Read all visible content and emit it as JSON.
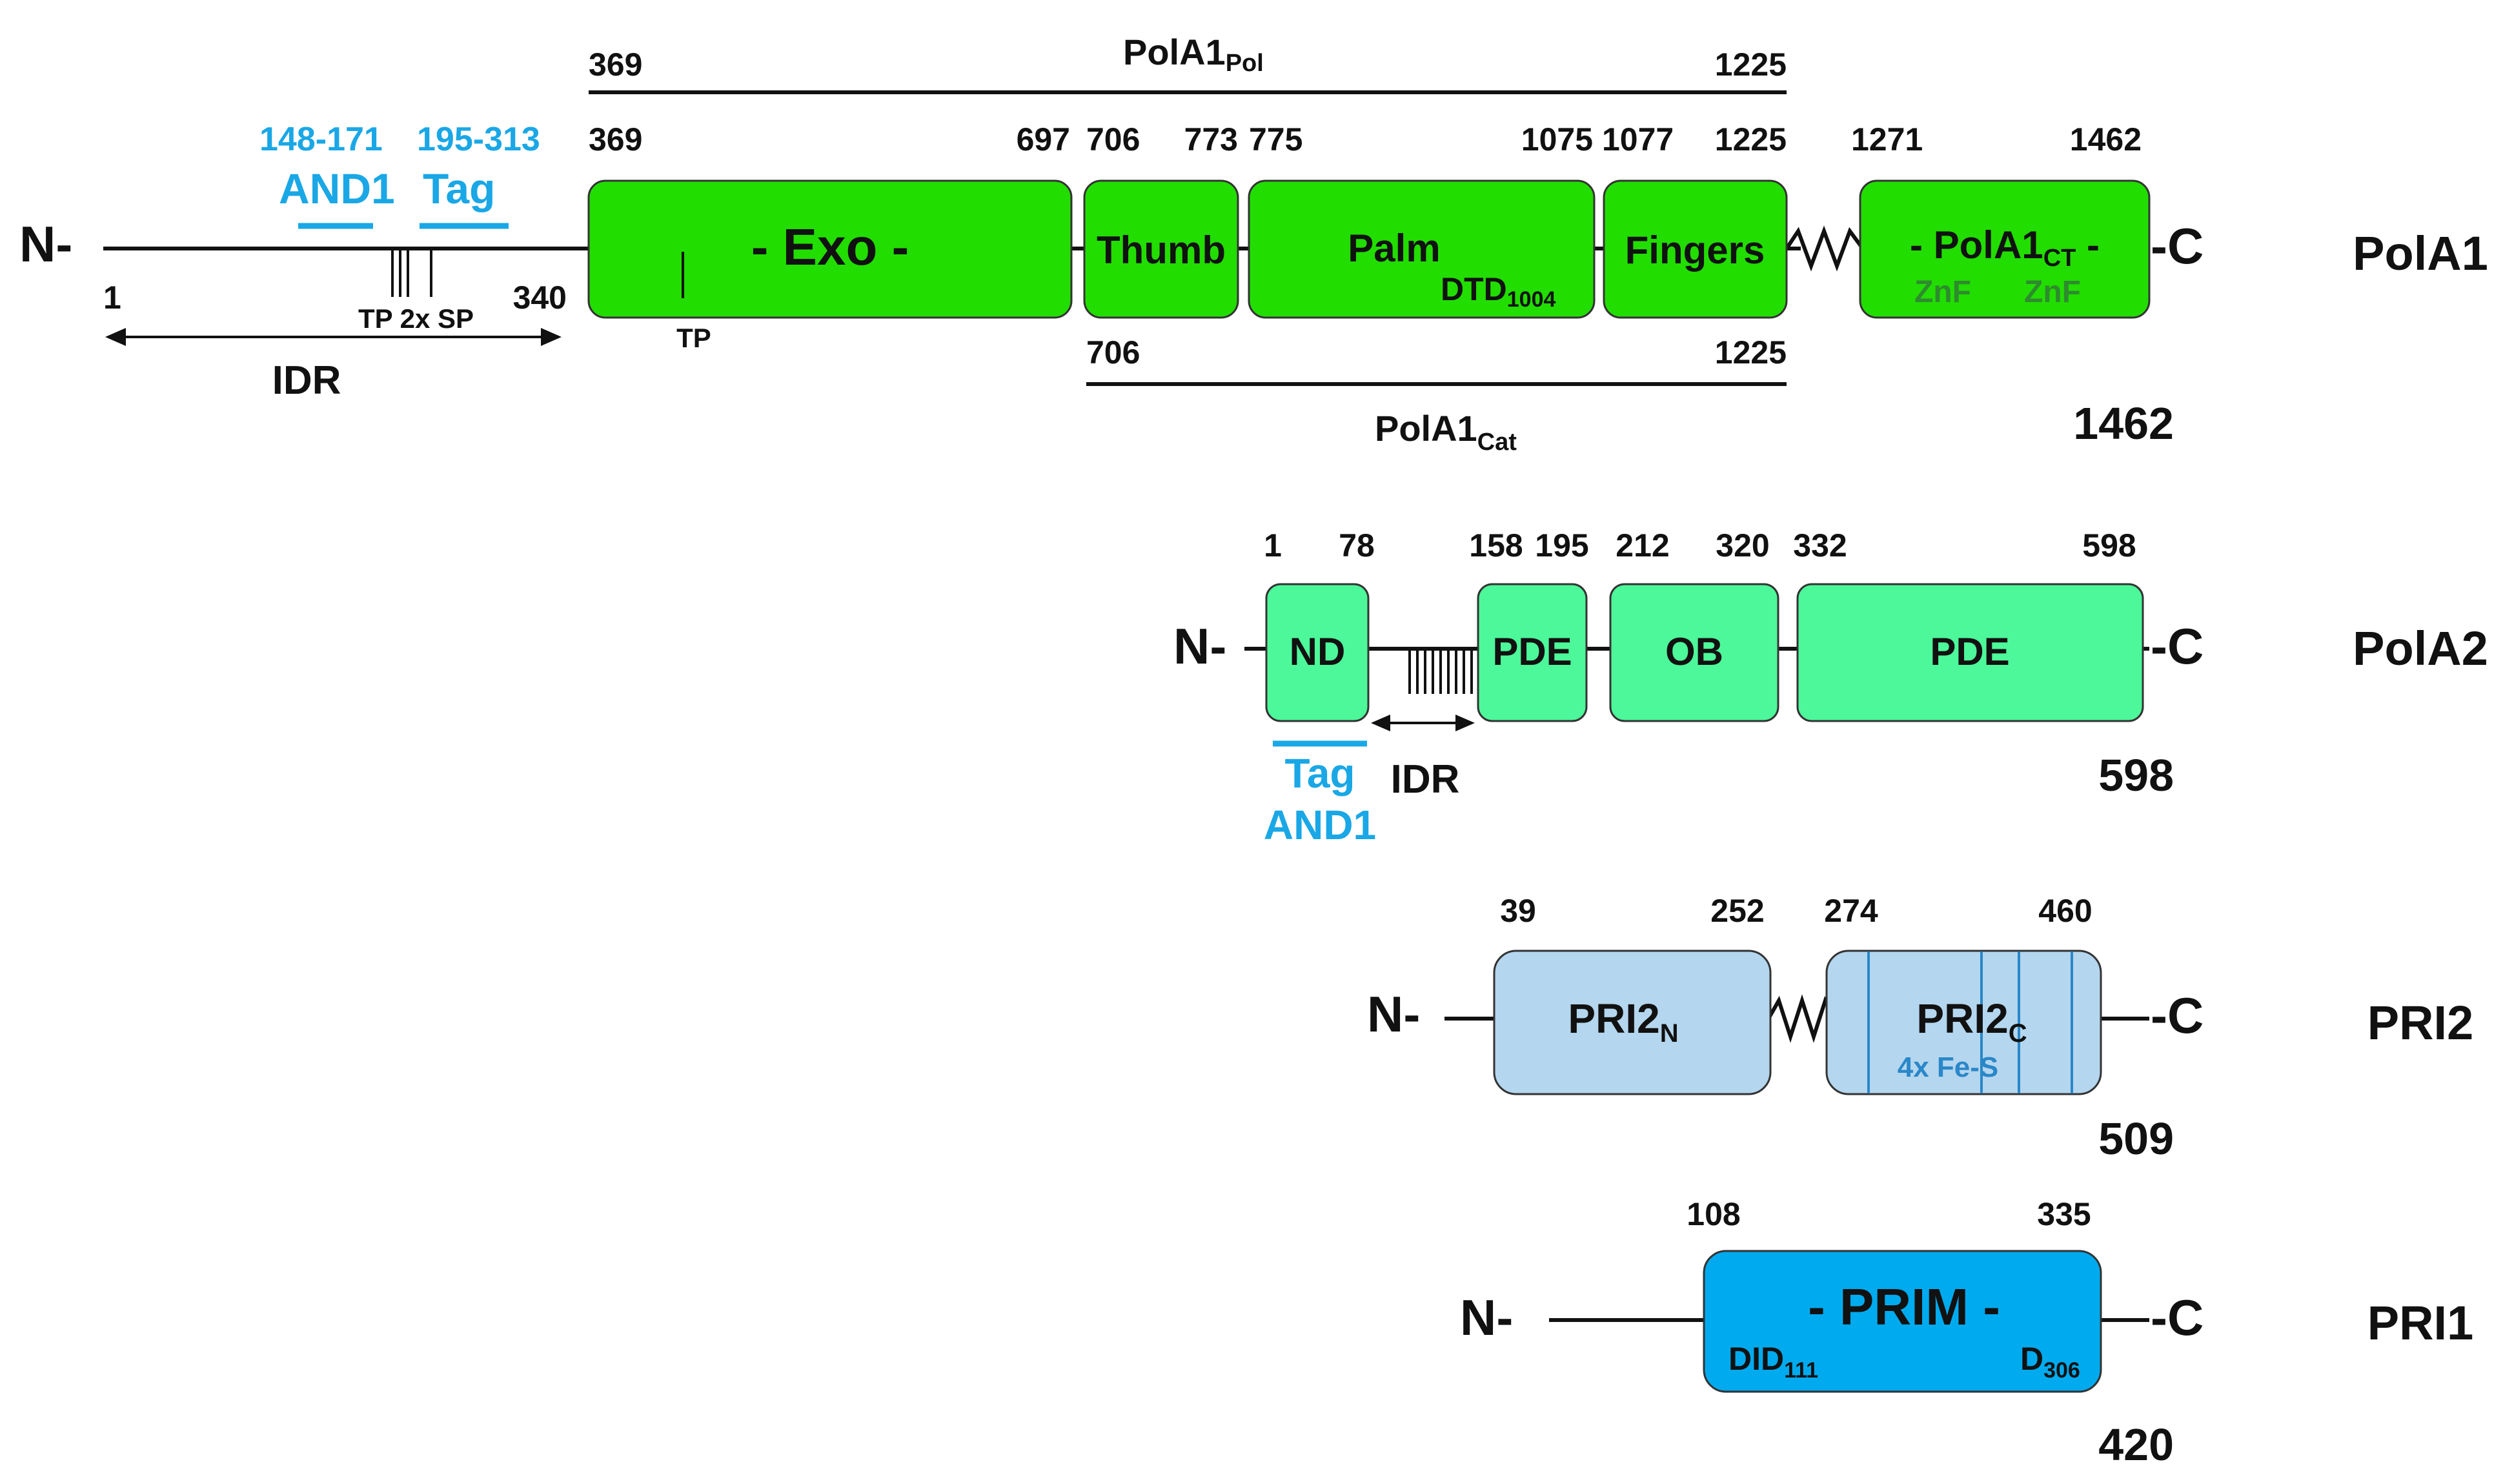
{
  "colors": {
    "polA1_domain": "#22dd00",
    "polA2_domain": "#4cf899",
    "pri2_domain": "#b4d6ee",
    "pri1_domain": "#00aaee",
    "interaction": "#1aa7e6",
    "fes_line": "#2a87c8",
    "znf_text": "#2e8b2e",
    "outline": "#333333"
  },
  "common": {
    "n_term": "N-",
    "c_term": "-C"
  },
  "polA1": {
    "name": "PolA1",
    "length": "1462",
    "start": "1",
    "idr_end": "340",
    "idr_label": "IDR",
    "and1_range": "148-171",
    "and1_label": "AND1",
    "tag_range": "195-313",
    "tag_label": "Tag",
    "tp_sp_label": "TP 2x SP",
    "exo_tp_label": "TP",
    "pol_region": {
      "start": "369",
      "end": "1225",
      "label_main": "PolA1",
      "label_sub": "Pol"
    },
    "cat_region": {
      "start": "706",
      "end": "1225",
      "label_main": "PolA1",
      "label_sub": "Cat"
    },
    "domains": {
      "exo": {
        "label": "- Exo -",
        "start": "369",
        "end": "697"
      },
      "thumb": {
        "label": "Thumb",
        "start": "706",
        "end": "773"
      },
      "palm": {
        "label": "Palm",
        "start": "775",
        "end": "1075",
        "motif_main": "DTD",
        "motif_sub": "1004"
      },
      "fingers": {
        "label": "Fingers",
        "start": "1077",
        "end": "1225"
      },
      "ct": {
        "label_pre": "- PolA1",
        "label_sub": "CT",
        "label_post": " -",
        "start": "1271",
        "end": "1462",
        "znf1": "ZnF",
        "znf2": "ZnF"
      }
    }
  },
  "polA2": {
    "name": "PolA2",
    "length": "598",
    "idr_label": "IDR",
    "tag_label": "Tag",
    "and1_label": "AND1",
    "domains": {
      "nd": {
        "label": "ND",
        "start": "1",
        "end": "78"
      },
      "pde1": {
        "label": "PDE",
        "start": "158",
        "end": "195"
      },
      "ob": {
        "label": "OB",
        "start": "212",
        "end": "320"
      },
      "pde2": {
        "label": "PDE",
        "start": "332",
        "end": "598"
      }
    }
  },
  "pri2": {
    "name": "PRI2",
    "length": "509",
    "domains": {
      "n": {
        "label_main": "PRI2",
        "label_sub": "N",
        "start": "39",
        "end": "252"
      },
      "c": {
        "label_main": "PRI2",
        "label_sub": "C",
        "start": "274",
        "end": "460",
        "fes_label": "4x Fe-S"
      }
    }
  },
  "pri1": {
    "name": "PRI1",
    "length": "420",
    "domain": {
      "label": "- PRIM -",
      "start": "108",
      "end": "335",
      "motif1_main": "DID",
      "motif1_sub": "111",
      "motif2_main": "D",
      "motif2_sub": "306"
    }
  }
}
